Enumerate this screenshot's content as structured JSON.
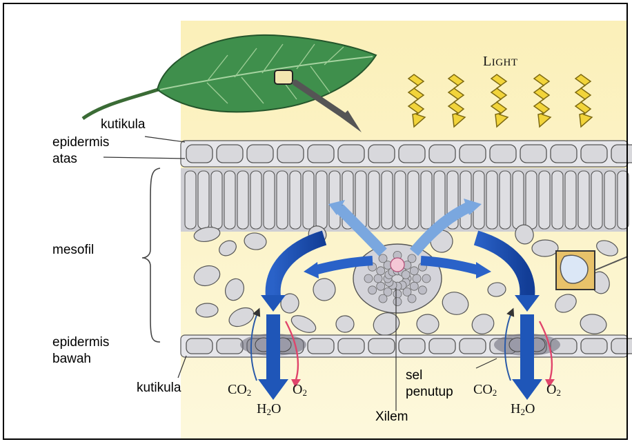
{
  "diagram": {
    "light_label_first": "L",
    "light_label_rest": "IGHT",
    "labels": {
      "kutikula_top": "kutikula",
      "epidermis_atas_1": "epidermis",
      "epidermis_atas_2": "atas",
      "mesofil": "mesofil",
      "epidermis_bawah_1": "epidermis",
      "epidermis_bawah_2": "bawah",
      "kutikula_bottom": "kutikula",
      "sel": "sel",
      "penutup": "penutup",
      "xilem": "Xilem"
    },
    "gases": {
      "co2_base": "CO",
      "co2_sub": "2",
      "o2_base": "O",
      "o2_sub": "2",
      "h2o_pre": "H",
      "h2o_sub": "2",
      "h2o_post": "O"
    },
    "colors": {
      "page_tint": "#fdf6c8",
      "leaf_green": "#3f8f4c",
      "cell_fill": "#d8d8dc",
      "cell_stroke": "#555555",
      "arrow_blue": "#1f56b8",
      "arrow_light_blue": "#7aa7df",
      "light_yellow": "#f2d43a",
      "o2_pink": "#e0446b",
      "stomata_shadow": "#6a6a78"
    },
    "icons": [
      "leaf-icon",
      "light-ray-icon",
      "arrow-icon"
    ]
  }
}
